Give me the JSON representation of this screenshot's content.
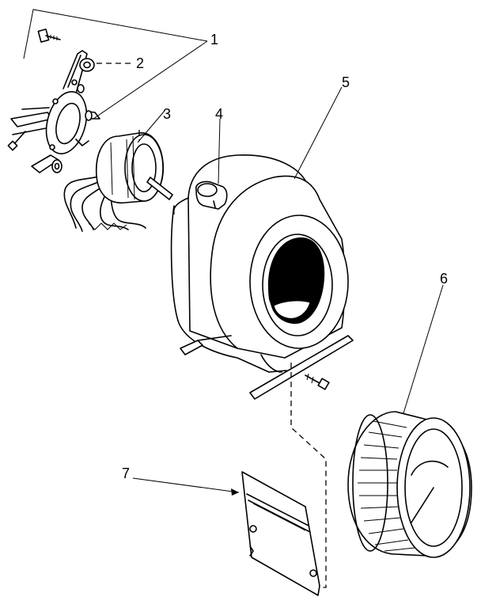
{
  "callouts": [
    {
      "number": "1",
      "part": "motor-mount-bracket-kit"
    },
    {
      "number": "2",
      "part": "grommet"
    },
    {
      "number": "3",
      "part": "blower-motor"
    },
    {
      "number": "4",
      "part": "capacitor"
    },
    {
      "number": "5",
      "part": "blower-housing"
    },
    {
      "number": "6",
      "part": "blower-wheel"
    },
    {
      "number": "7",
      "part": "cutoff-plate"
    }
  ],
  "colors": {
    "ink": "#000000",
    "paper": "#ffffff"
  }
}
